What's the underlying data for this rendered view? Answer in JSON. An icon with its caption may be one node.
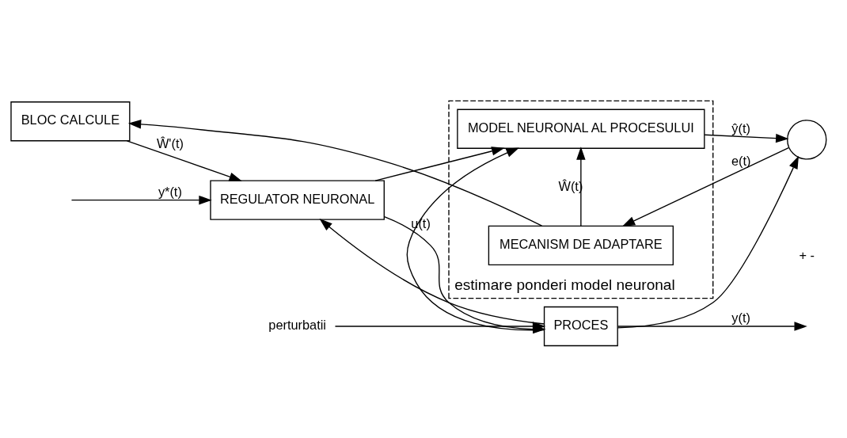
{
  "diagram": {
    "nodes": [
      {
        "text": [
          "estimare ponderi model neuronal"
        ]
      },
      {
        "text": [
          "REGULATOR NEURONAL"
        ]
      },
      {
        "text": [
          "PROCES"
        ]
      },
      {
        "text": [
          "MODEL NEURONAL AL PROCESULUI"
        ],
        "in": 0
      },
      {
        "text": [],
        "shape": "circle",
        "beside": [
          "+",
          "-"
        ]
      },
      {
        "text": [
          "MECANISM DE ADAPTARE"
        ],
        "in": 0
      },
      {
        "text": [
          "BLOC CALCULE"
        ]
      },
      {
        "text": [
          "perturbatii"
        ]
      }
    ],
    "edges": [
      {
        "from": null,
        "to": 1,
        "arrow": "to",
        "label": "y*(t)"
      },
      {
        "from": 7,
        "to": 2,
        "arrow": "to"
      },
      {
        "from": 1,
        "to": 2,
        "arrow": "to",
        "label": "u(t)"
      },
      {
        "from": 1,
        "to": 3,
        "arrow": "to"
      },
      {
        "from": 2,
        "to": null,
        "arrow": "to",
        "label": "y(t)"
      },
      {
        "from": 2,
        "to": 4,
        "arrow": "to"
      },
      {
        "from": 2,
        "to": 1,
        "arrow": "to"
      },
      {
        "from": 2,
        "to": 3,
        "arrow": "to"
      },
      {
        "from": 3,
        "to": 4,
        "arrow": "to",
        "label": "ŷ(t)"
      },
      {
        "from": 4,
        "to": 5,
        "arrow": "to",
        "label": "e(t)"
      },
      {
        "from": 5,
        "to": 6,
        "arrow": "to"
      },
      {
        "from": 5,
        "to": 3,
        "arrow": "to",
        "label": "Ŵ(t)"
      },
      {
        "from": 6,
        "to": 1,
        "arrow": "to",
        "label": "Ŵ'(t)"
      }
    ]
  }
}
